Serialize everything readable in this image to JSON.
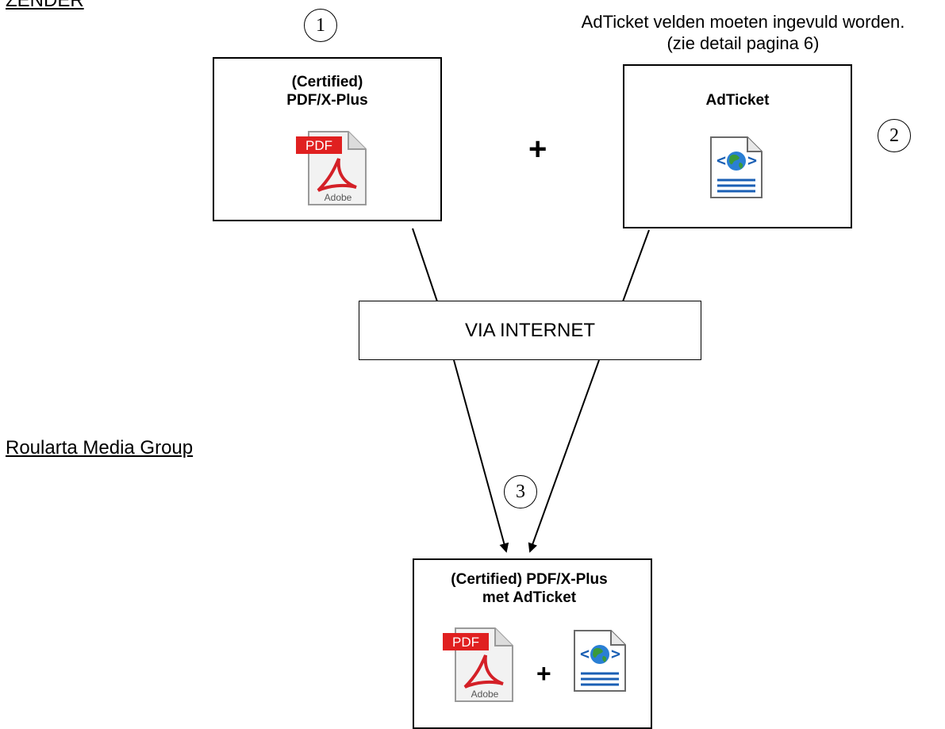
{
  "sections": {
    "sender": "ZENDER",
    "receiver": "Roularta Media Group"
  },
  "note": {
    "line1": "AdTicket velden moeten ingevuld worden.",
    "line2": "(zie detail pagina 6)"
  },
  "steps": [
    "1",
    "2",
    "3"
  ],
  "pdf_box": {
    "line1": "(Certified)",
    "line2": "PDF/X-Plus"
  },
  "adticket_box": {
    "title": "AdTicket"
  },
  "plus_sign": "+",
  "via_internet": "VIA INTERNET",
  "result_box": {
    "line1": "(Certified) PDF/X-Plus",
    "line2": "met AdTicket"
  },
  "pdf_icon": {
    "badge": "PDF",
    "brand": "Adobe",
    "icon": "pdf-file-icon",
    "badge_color": "#e02020",
    "symbol_color": "#d42027"
  },
  "xml_icon": {
    "icon": "xml-web-document-icon"
  }
}
